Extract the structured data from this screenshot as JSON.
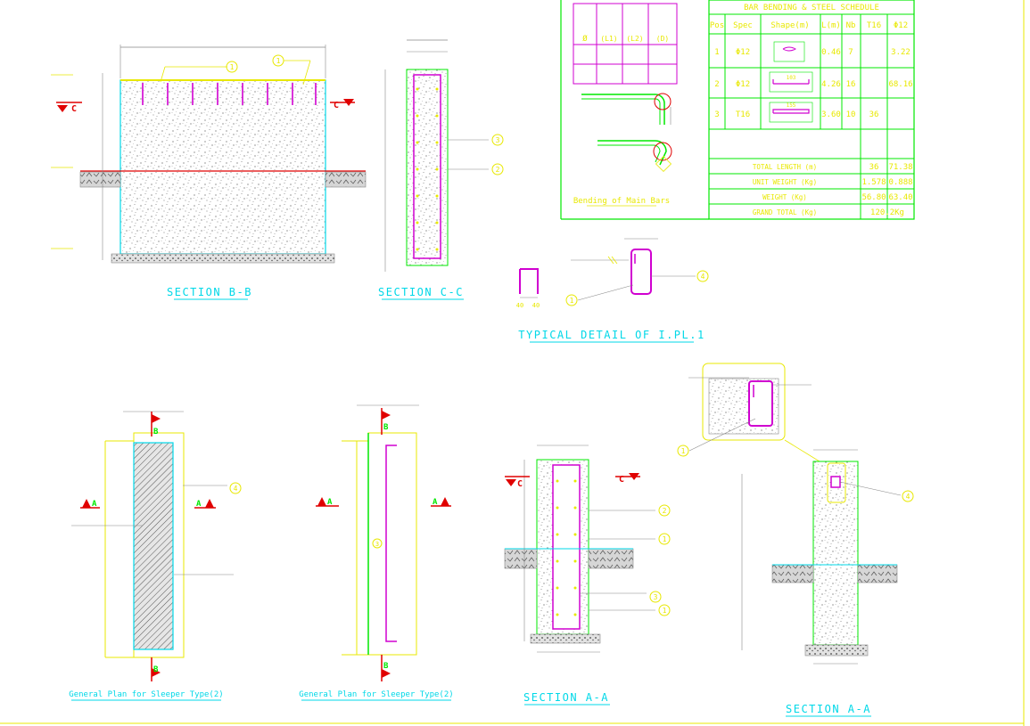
{
  "colors": {
    "background": "#ffffff",
    "cyan": "#00d8e8",
    "yellow": "#e8e800",
    "green": "#00e800",
    "magenta": "#d000d0",
    "red": "#e00000",
    "grey": "#888888",
    "black": "#000000"
  },
  "schedule": {
    "title": "BAR BENDING & STEEL SCHEDULE",
    "headers": [
      "Pos",
      "Spec",
      "Shape(m)",
      "L(m)",
      "Nb",
      "T16",
      "Φ12"
    ],
    "rows": [
      {
        "pos": "1",
        "spec": "Φ12",
        "length": "0.46",
        "nb": "7",
        "t16": "",
        "phi12": "3.22"
      },
      {
        "pos": "2",
        "spec": "Φ12",
        "length": "4.26",
        "nb": "16",
        "t16": "",
        "phi12": "68.16"
      },
      {
        "pos": "3",
        "spec": "T16",
        "length": "3.60",
        "nb": "10",
        "t16": "36",
        "phi12": ""
      }
    ],
    "totals": [
      {
        "label": "TOTAL LENGTH (m)",
        "t16": "36",
        "phi12": "71.38"
      },
      {
        "label": "UNIT WEIGHT (Kg)",
        "t16": "1.578",
        "phi12": "0.888"
      },
      {
        "label": "WEIGHT (Kg)",
        "t16": "56.80",
        "phi12": "63.40"
      }
    ],
    "grand_total_label": "GRAND TOTAL (Kg)",
    "grand_total_value": "120.2Kg",
    "shape_dims": {
      "row2": "103",
      "row3": "155"
    }
  },
  "bending_table": {
    "symbols": [
      "Ø",
      "(L1)",
      "(L2)",
      "(D)"
    ]
  },
  "bending_note": "Bending of Main Bars",
  "titles": {
    "section_bb": "SECTION B-B",
    "section_cc": "SECTION C-C",
    "typical_detail": "TYPICAL DETAIL OF I.PL.1",
    "general_plan_1": "General Plan for Sleeper Type(2)",
    "general_plan_2": "General Plan for Sleeper Type(2)",
    "section_aa_1": "SECTION A-A",
    "section_aa_2": "SECTION A-A"
  },
  "markers": {
    "c": "C",
    "b": "B",
    "a": "A",
    "callout_1": "1",
    "callout_2": "2",
    "callout_3": "3",
    "callout_4": "4"
  },
  "dims": {
    "fourty": "40"
  }
}
